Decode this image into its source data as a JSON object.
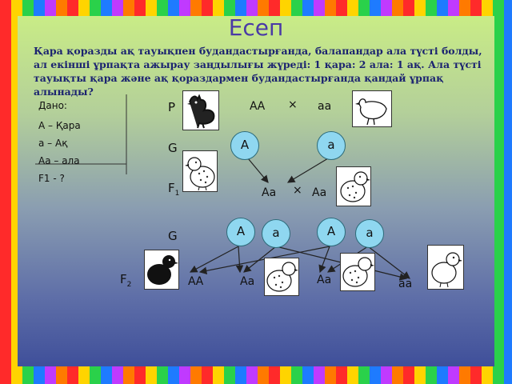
{
  "title": "Есеп",
  "task": "Қара қоразды ақ тауықпен будандастырғанда, балапандар ала түсті болды, ал екінші ұрпақта ажырау заңдылығы жүреді: 1 қара: 2 ала: 1 ақ. Ала түсті тауықты қара және ақ қораздармен будандастырғанда қандай ұрпақ алынады?",
  "given": {
    "header": "Дано:",
    "lines": [
      "А – Қара",
      "а – Ақ",
      "Аа – ала",
      "F1 - ?"
    ]
  },
  "scheme": {
    "p_label": "P",
    "p_male": "АА",
    "cross": "×",
    "p_female": "аа",
    "g_label": "G",
    "g1": [
      "А",
      "а"
    ],
    "f1_label": "F",
    "f1_sub": "1",
    "f1_left": "Аа",
    "f1_right": "Аа",
    "g2": [
      "А",
      "а",
      "А",
      "а"
    ],
    "f2_label": "F",
    "f2_sub": "2",
    "f2": [
      "АА",
      "Аа",
      "Аа",
      "аа"
    ]
  },
  "colors": {
    "gamete_fill": "#8fd7f0",
    "title": "#4a3aa6",
    "task_text": "#1b2370"
  },
  "icons": [
    "rooster-icon",
    "hen-icon",
    "black-chick-icon",
    "speckled-chick-icon",
    "white-chick-icon"
  ]
}
